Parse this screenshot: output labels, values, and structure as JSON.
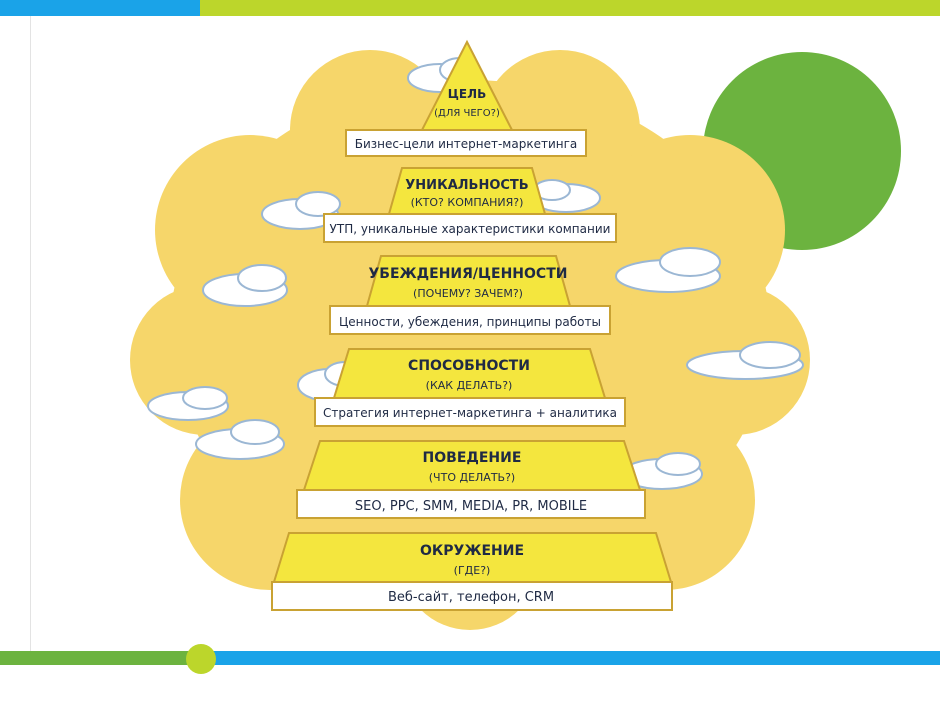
{
  "colors": {
    "accent_blue": "#1aa3e8",
    "accent_lime": "#bcd62b",
    "accent_green": "#6cb33f",
    "cloud_yellow": "#f6d66a",
    "tier_yellow": "#f4e63e",
    "text_dark": "#1f2a44"
  },
  "levels": [
    {
      "title": "ЦЕЛЬ",
      "subtitle": "(ДЛЯ ЧЕГО?)",
      "description": "Бизнес-цели интернет-маркетинга"
    },
    {
      "title": "УНИКАЛЬНОСТЬ",
      "subtitle": "(КТО? КОМПАНИЯ?)",
      "description": "УТП, уникальные характеристики компании"
    },
    {
      "title": "УБЕЖДЕНИЯ/ЦЕННОСТИ",
      "subtitle": "(ПОЧЕМУ? ЗАЧЕМ?)",
      "description": "Ценности, убеждения, принципы работы"
    },
    {
      "title": "СПОСОБНОСТИ",
      "subtitle": "(КАК ДЕЛАТЬ?)",
      "description": "Стратегия интернет-маркетинга + аналитика"
    },
    {
      "title": "ПОВЕДЕНИЕ",
      "subtitle": "(ЧТО ДЕЛАТЬ?)",
      "description": "SEO, PPC, SMM, MEDIA, PR, MOBILE"
    },
    {
      "title": "ОКРУЖЕНИЕ",
      "subtitle": "(ГДЕ?)",
      "description": "Веб-сайт, телефон, CRM"
    }
  ]
}
